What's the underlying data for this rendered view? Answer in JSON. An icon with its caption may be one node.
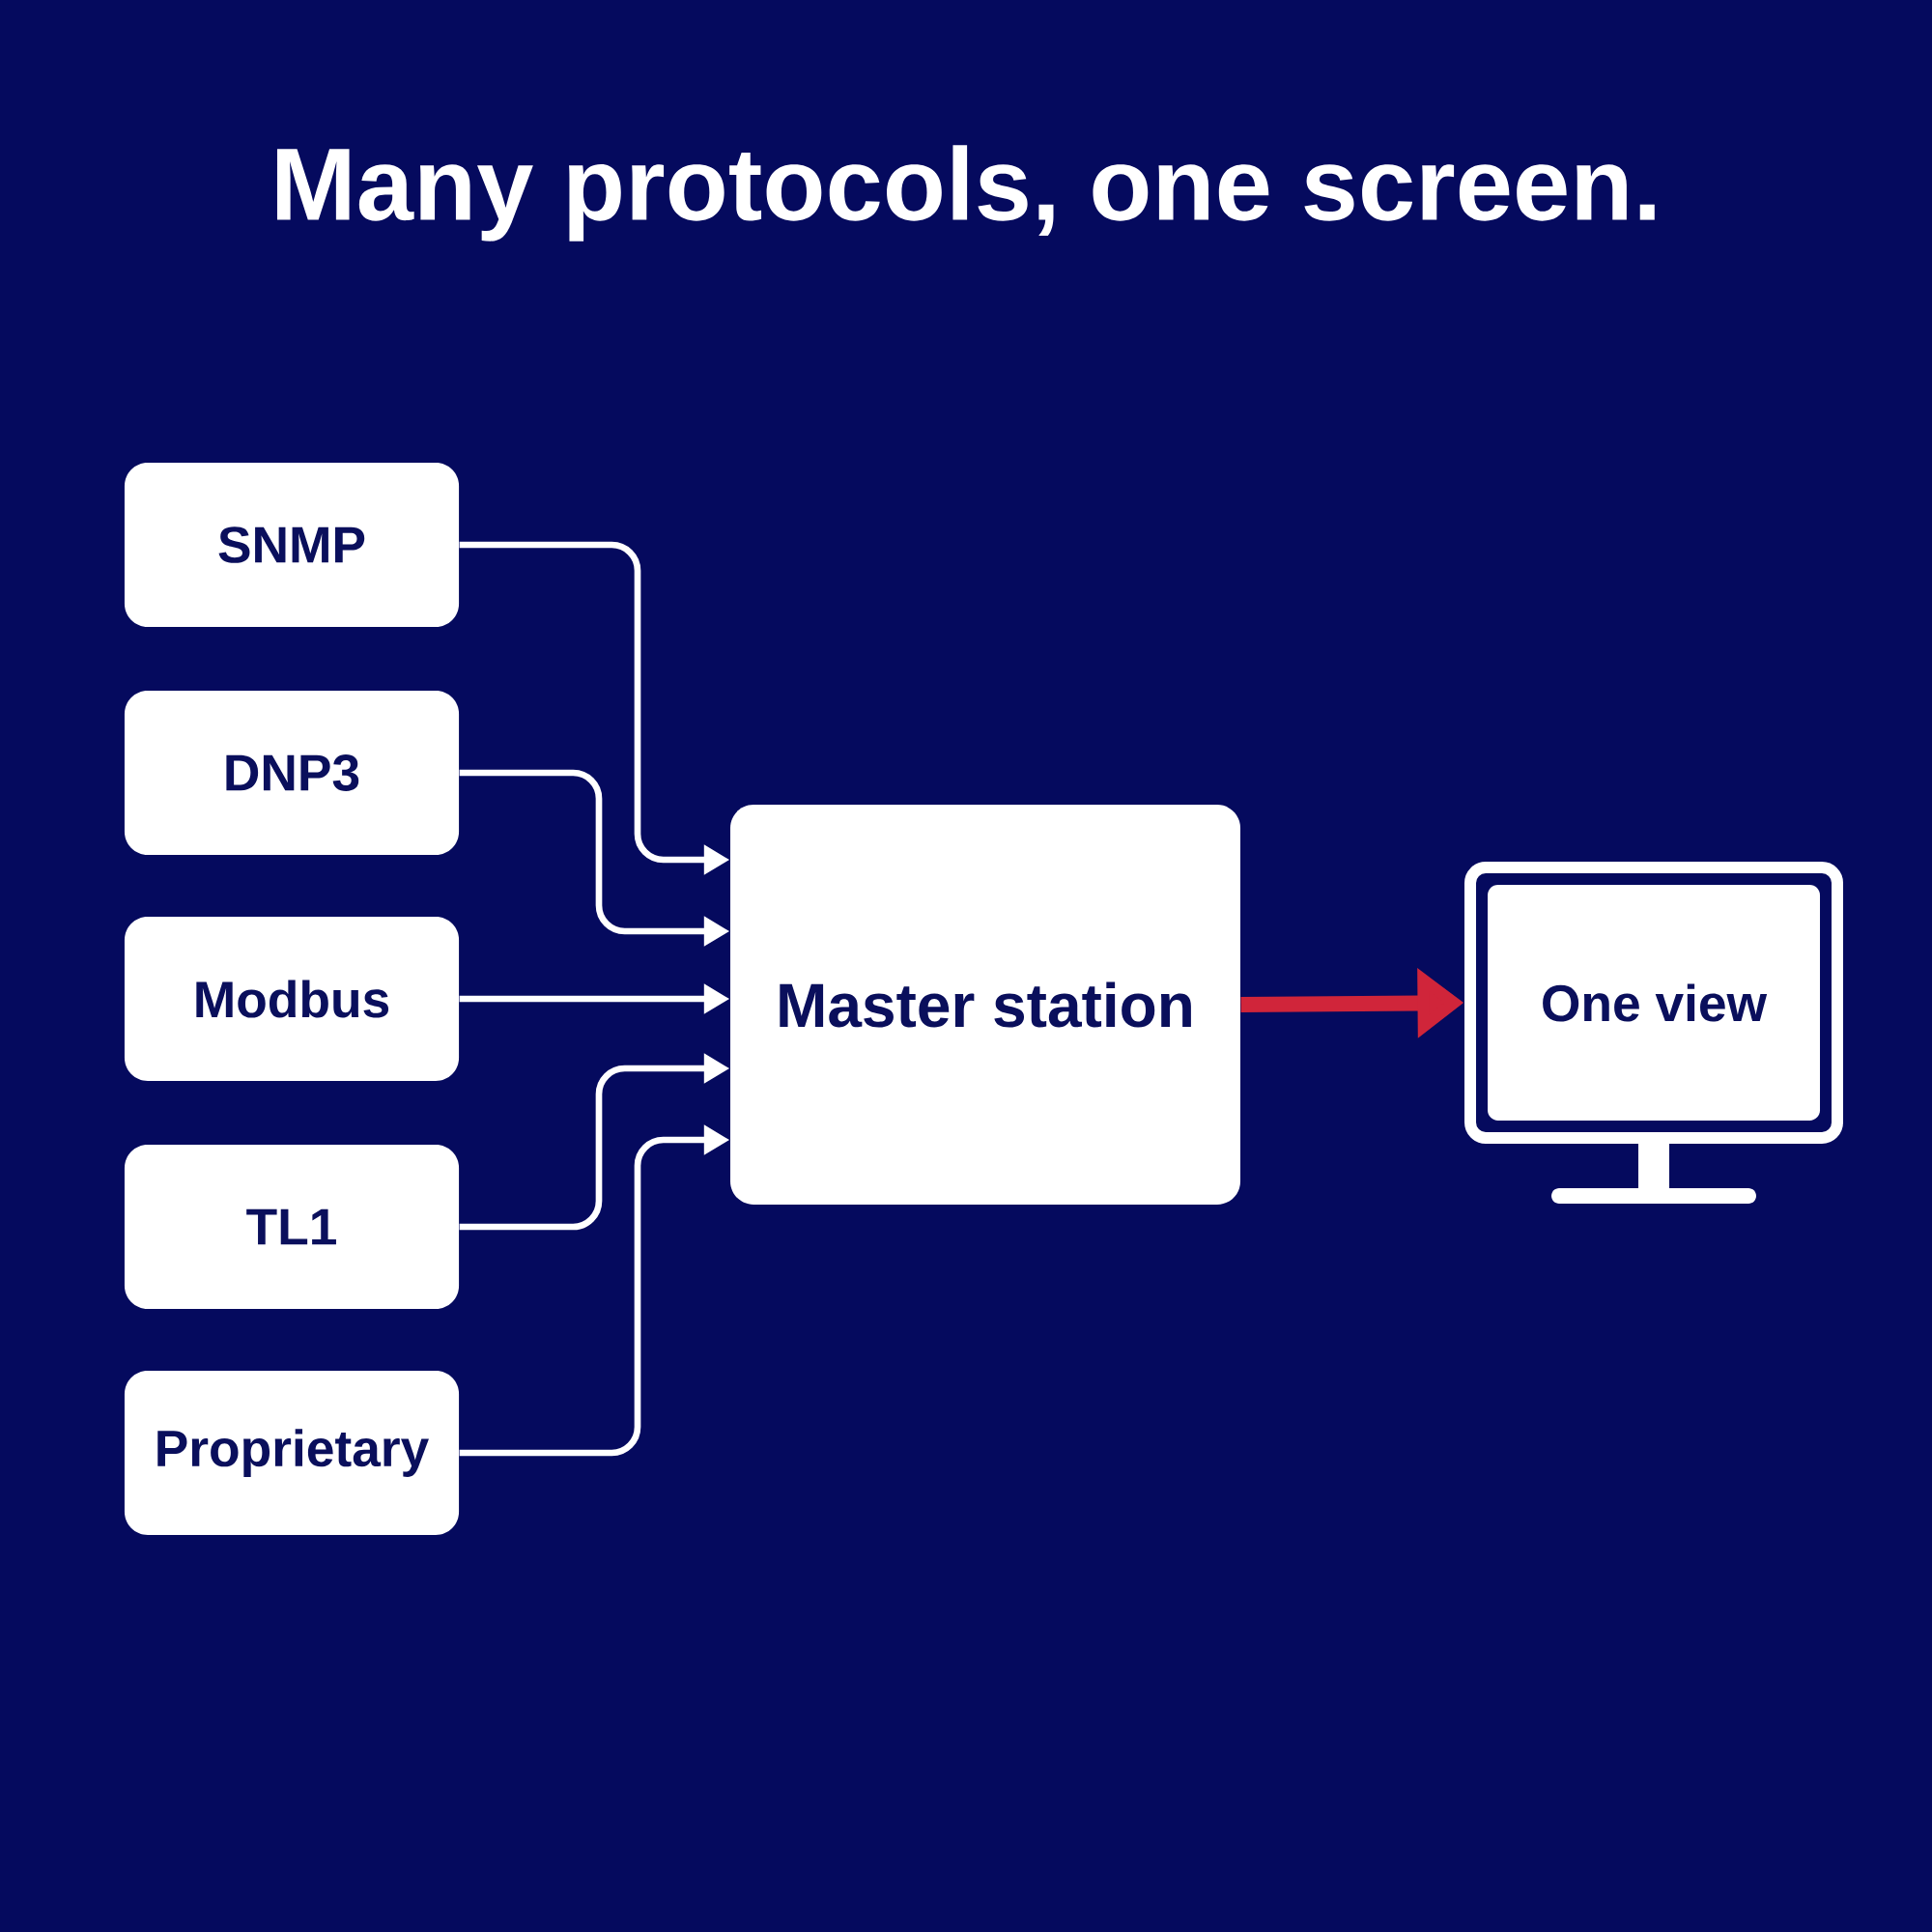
{
  "diagram": {
    "title": "Many protocols, one screen.",
    "nodes": [
      {
        "text": [
          "SNMP"
        ]
      },
      {
        "text": [
          "DNP3"
        ]
      },
      {
        "text": [
          "Modbus"
        ]
      },
      {
        "text": [
          "TL1"
        ]
      },
      {
        "text": [
          "Proprietary"
        ]
      },
      {
        "text": [
          "Master station"
        ]
      },
      {
        "text": [
          "One view"
        ]
      }
    ],
    "edges": [
      {
        "from": 0,
        "to": 5,
        "arrow": "to"
      },
      {
        "from": 1,
        "to": 5,
        "arrow": "to"
      },
      {
        "from": 2,
        "to": 5,
        "arrow": "to"
      },
      {
        "from": 3,
        "to": 5,
        "arrow": "to"
      },
      {
        "from": 4,
        "to": 5,
        "arrow": "to"
      },
      {
        "from": 5,
        "to": 6,
        "arrow": "to",
        "style": "thick",
        "color": "#d0253a"
      }
    ]
  }
}
